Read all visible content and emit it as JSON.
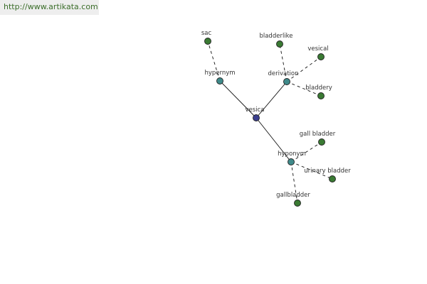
{
  "url": "http://www.artikata.com",
  "colors": {
    "root": "#3b3f8f",
    "relation": "#3f8a8a",
    "word": "#3a7a33",
    "node_stroke": "#222222",
    "edge": "#111111",
    "url_text": "#3b6e2a",
    "url_bg": "#eeeeee"
  },
  "graph": {
    "root": "vesica",
    "nodes": [
      {
        "id": "vesica",
        "label": "vesica",
        "type": "root"
      },
      {
        "id": "hypernym",
        "label": "hypernym",
        "type": "relation"
      },
      {
        "id": "derivation",
        "label": "derivation",
        "type": "relation"
      },
      {
        "id": "hyponym",
        "label": "hyponym",
        "type": "relation"
      },
      {
        "id": "sac",
        "label": "sac",
        "type": "word"
      },
      {
        "id": "bladderlike",
        "label": "bladderlike",
        "type": "word"
      },
      {
        "id": "vesical",
        "label": "vesical",
        "type": "word"
      },
      {
        "id": "bladdery",
        "label": "bladdery",
        "type": "word"
      },
      {
        "id": "gall-bladder",
        "label": "gall bladder",
        "type": "word"
      },
      {
        "id": "urinary-bladder",
        "label": "urinary bladder",
        "type": "word"
      },
      {
        "id": "gallbladder",
        "label": "gallbladder",
        "type": "word"
      }
    ],
    "edges": [
      {
        "from": "vesica",
        "to": "hypernym",
        "style": "solid"
      },
      {
        "from": "vesica",
        "to": "derivation",
        "style": "solid"
      },
      {
        "from": "vesica",
        "to": "hyponym",
        "style": "solid"
      },
      {
        "from": "hypernym",
        "to": "sac",
        "style": "dashed"
      },
      {
        "from": "derivation",
        "to": "bladderlike",
        "style": "dashed"
      },
      {
        "from": "derivation",
        "to": "vesical",
        "style": "dashed"
      },
      {
        "from": "derivation",
        "to": "bladdery",
        "style": "dashed"
      },
      {
        "from": "hyponym",
        "to": "gall-bladder",
        "style": "dashed"
      },
      {
        "from": "hyponym",
        "to": "urinary-bladder",
        "style": "dashed"
      },
      {
        "from": "hyponym",
        "to": "gallbladder",
        "style": "dashed"
      }
    ]
  }
}
